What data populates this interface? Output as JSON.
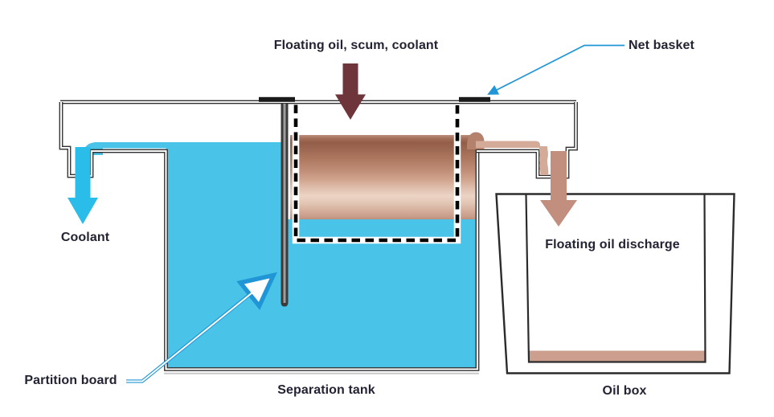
{
  "diagram": {
    "title_implicit": "Oil separation tank diagram",
    "labels": {
      "inflow": "Floating oil, scum, coolant",
      "net_basket": "Net basket",
      "coolant": "Coolant",
      "partition_board": "Partition board",
      "separation_tank": "Separation tank",
      "floating_oil_discharge": "Floating oil discharge",
      "oil_box": "Oil box"
    },
    "colors": {
      "coolant": "#49c3e8",
      "coolant_arrow": "#2bbde9",
      "inflow_arrow": "#6e353b",
      "discharge_arrow": "#c28e7e",
      "oil_stream": "#d4ab99",
      "oil_curl": "#b3816c",
      "oil_box_layer": "#cb9e8e",
      "oil_dark": "#935d47",
      "oil_light": "#ecd4c4",
      "leader": "#2196d6",
      "outline": "#2f2f2f",
      "text": "#232334"
    }
  }
}
